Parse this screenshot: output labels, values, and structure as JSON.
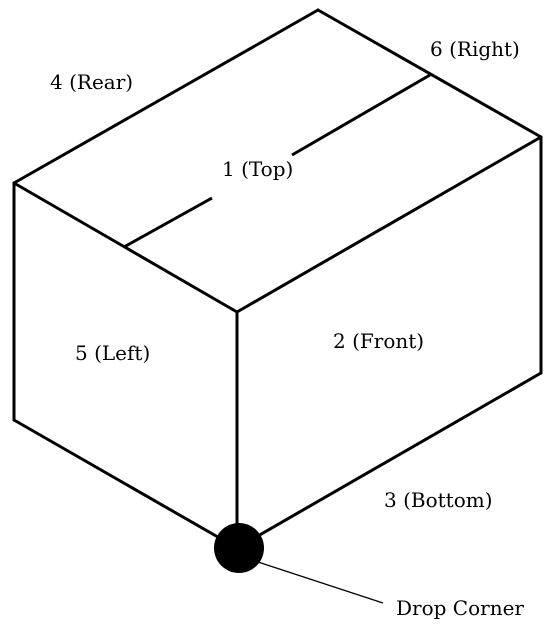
{
  "labels": {
    "top": "1 (Top)",
    "front": "2 (Front)",
    "bottom": "3 (Bottom)",
    "rear": "4 (Rear)",
    "left": "5 (Left)",
    "right": "6 (Right)",
    "drop_corner": "Drop Corner"
  },
  "colors": {
    "stroke": "#000000",
    "background": "#ffffff"
  }
}
